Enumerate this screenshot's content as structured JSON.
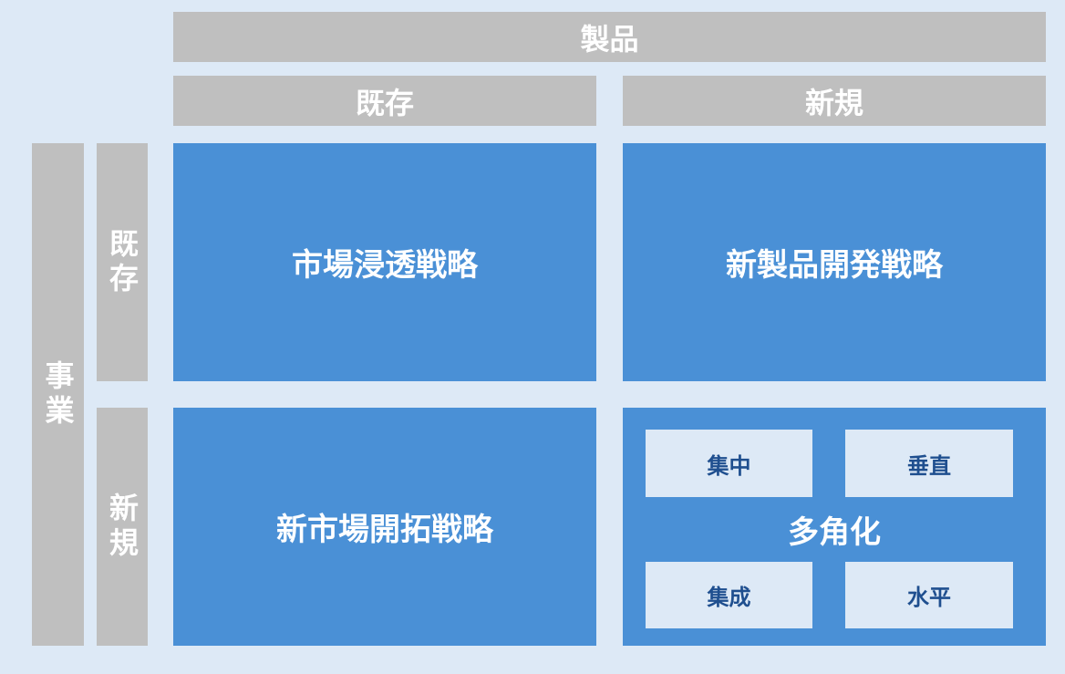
{
  "header": {
    "product": "製品",
    "existing": "既存",
    "new": "新規"
  },
  "side": {
    "business": "事業",
    "existing": "既存",
    "new": "新規"
  },
  "quadrants": {
    "market_penetration": "市場浸透戦略",
    "product_development": "新製品開発戦略",
    "market_development": "新市場開拓戦略",
    "diversification": "多角化"
  },
  "diversification_types": {
    "concentric": "集中",
    "vertical": "垂直",
    "conglomerate": "集成",
    "horizontal": "水平"
  },
  "colors": {
    "background": "#dde9f6",
    "header": "#bfbfbf",
    "quadrant": "#4a90d6",
    "sub_box_text": "#1f4f8f"
  }
}
